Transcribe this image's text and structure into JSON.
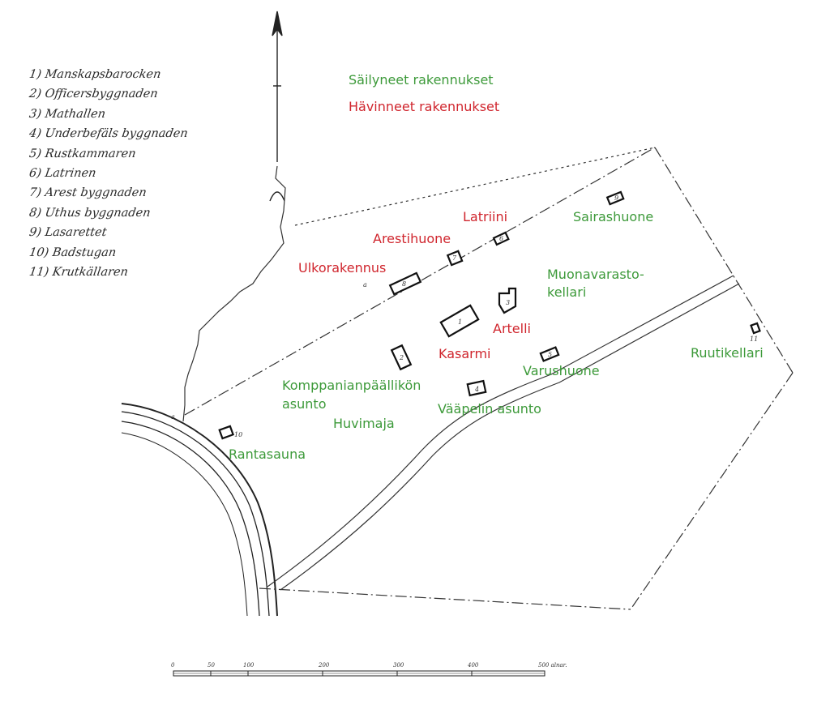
{
  "status_legend": {
    "preserved": "Säilyneet rakennukset",
    "lost": "Hävinneet rakennukset",
    "preserved_color": "#3d9a3a",
    "lost_color": "#d0262e"
  },
  "original_legend": [
    "1) Manskapsbarocken",
    "2) Officersbyggnaden",
    "3) Mathallen",
    "4) Underbefäls byggnaden",
    "5) Rustkammaren",
    "6) Latrinen",
    "7) Arest byggnaden",
    "8) Uthus byggnaden",
    "9) Lasarettet",
    "10) Badstugan",
    "11) Krutkällaren"
  ],
  "building_labels": [
    {
      "key": "latrine",
      "text": "Latriini",
      "status": "lost"
    },
    {
      "key": "arrest",
      "text": "Arestihuone",
      "status": "lost"
    },
    {
      "key": "outbuilding",
      "text": "Ulkorakennus",
      "status": "lost"
    },
    {
      "key": "hospital",
      "text": "Sairashuone",
      "status": "preserved"
    },
    {
      "key": "cellar-1",
      "text": "Muonavarasto-",
      "status": "preserved"
    },
    {
      "key": "cellar-2",
      "text": "kellari",
      "status": "preserved"
    },
    {
      "key": "mess",
      "text": "Artelli",
      "status": "lost"
    },
    {
      "key": "barracks",
      "text": "Kasarmi",
      "status": "lost"
    },
    {
      "key": "powder",
      "text": "Ruutikellari",
      "status": "preserved"
    },
    {
      "key": "armory",
      "text": "Varushuone",
      "status": "preserved"
    },
    {
      "key": "captain-1",
      "text": "Komppanianpäällikön",
      "status": "preserved"
    },
    {
      "key": "captain-2",
      "text": "asunto",
      "status": "preserved"
    },
    {
      "key": "sergeant",
      "text": "Vääpelin asunto",
      "status": "preserved"
    },
    {
      "key": "pavilion",
      "text": "Huvimaja",
      "status": "preserved"
    },
    {
      "key": "sauna",
      "text": "Rantasauna",
      "status": "preserved"
    }
  ],
  "building_numbers": [
    "1",
    "2",
    "3",
    "4",
    "5",
    "6",
    "7",
    "8",
    "9",
    "10",
    "11"
  ],
  "scale_bar": {
    "ticks": [
      "0",
      "50",
      "100",
      "200",
      "300",
      "400",
      "500 alnar."
    ]
  },
  "map_marks": {
    "corner_mark": "a"
  }
}
